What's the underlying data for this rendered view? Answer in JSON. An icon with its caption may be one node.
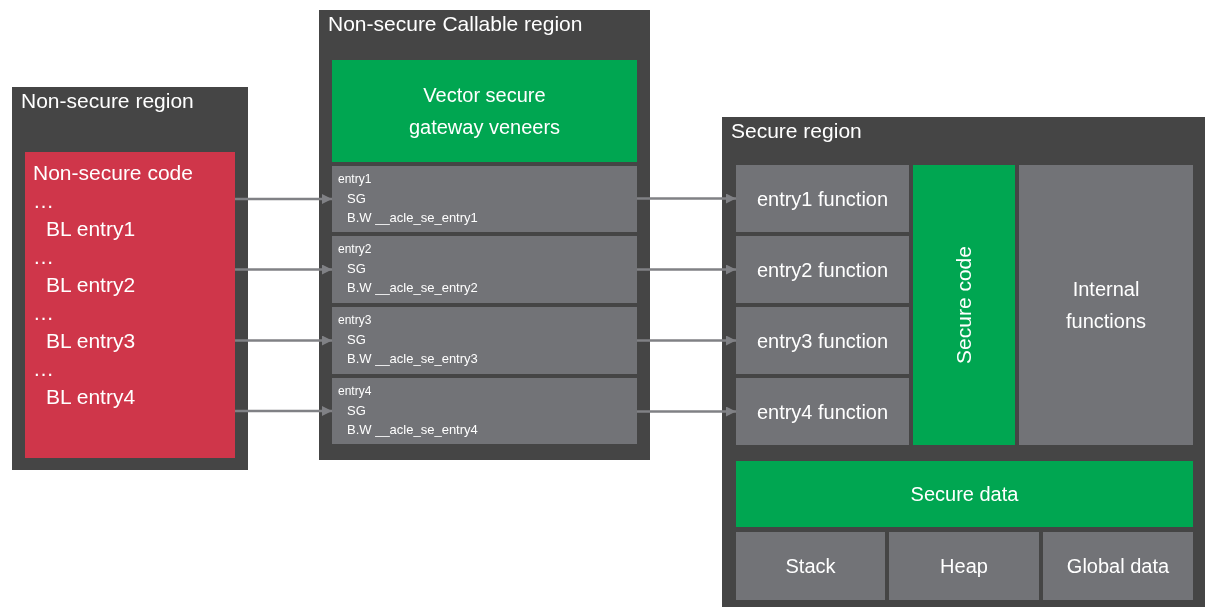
{
  "diagram": {
    "nodes": [
      {
        "text": [
          "Non-secure region"
        ]
      },
      {
        "text": [
          "Non-secure code",
          "…",
          "BL entry1",
          "…",
          "BL entry2",
          "…",
          "BL entry3",
          "…",
          "BL entry4"
        ],
        "in": 0
      },
      {
        "text": [
          "Non-secure Callable region"
        ]
      },
      {
        "text": [
          "Vector secure gateway veneers"
        ],
        "in": 2
      },
      {
        "text": [
          "entry1",
          "SG",
          "B.W __acle_se_entry1"
        ],
        "in": 2
      },
      {
        "text": [
          "entry2",
          "SG",
          "B.W __acle_se_entry2"
        ],
        "in": 2
      },
      {
        "text": [
          "entry3",
          "SG",
          "B.W __acle_se_entry3"
        ],
        "in": 2
      },
      {
        "text": [
          "entry4",
          "SG",
          "B.W __acle_se_entry4"
        ],
        "in": 2
      },
      {
        "text": [
          "Secure region"
        ]
      },
      {
        "text": [
          "entry1 function"
        ],
        "in": 8
      },
      {
        "text": [
          "entry2 function"
        ],
        "in": 8
      },
      {
        "text": [
          "entry3 function"
        ],
        "in": 8
      },
      {
        "text": [
          "entry4 function"
        ],
        "in": 8
      },
      {
        "text": [
          "Secure code"
        ],
        "in": 8
      },
      {
        "text": [
          "Internal functions"
        ],
        "in": 8
      },
      {
        "text": [
          "Secure data"
        ],
        "in": 8
      },
      {
        "text": [
          "Stack"
        ],
        "in": 8
      },
      {
        "text": [
          "Heap"
        ],
        "in": 8
      },
      {
        "text": [
          "Global data"
        ],
        "in": 8
      }
    ],
    "edges": [
      {
        "from": 1,
        "to": 4,
        "arrow": "to"
      },
      {
        "from": 1,
        "to": 5,
        "arrow": "to"
      },
      {
        "from": 1,
        "to": 6,
        "arrow": "to"
      },
      {
        "from": 1,
        "to": 7,
        "arrow": "to"
      },
      {
        "from": 4,
        "to": 9,
        "arrow": "to"
      },
      {
        "from": 5,
        "to": 10,
        "arrow": "to"
      },
      {
        "from": 6,
        "to": 11,
        "arrow": "to"
      },
      {
        "from": 7,
        "to": 12,
        "arrow": "to"
      }
    ]
  }
}
